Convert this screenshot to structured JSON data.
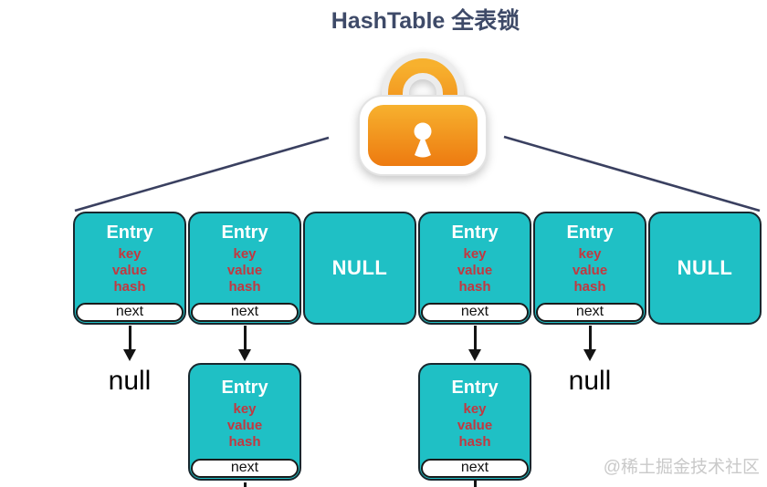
{
  "title": "HashTable 全表锁",
  "icons": {
    "lock": "padlock-icon"
  },
  "table": {
    "buckets": [
      {
        "kind": "entry",
        "label": "Entry",
        "fields": [
          "key",
          "value",
          "hash"
        ],
        "next": "next"
      },
      {
        "kind": "entry",
        "label": "Entry",
        "fields": [
          "key",
          "value",
          "hash"
        ],
        "next": "next"
      },
      {
        "kind": "null",
        "label": "NULL"
      },
      {
        "kind": "entry",
        "label": "Entry",
        "fields": [
          "key",
          "value",
          "hash"
        ],
        "next": "next"
      },
      {
        "kind": "entry",
        "label": "Entry",
        "fields": [
          "key",
          "value",
          "hash"
        ],
        "next": "next"
      },
      {
        "kind": "null",
        "label": "NULL"
      }
    ]
  },
  "chains": {
    "bucket0_terminal": "null",
    "bucket1_node": {
      "label": "Entry",
      "fields": [
        "key",
        "value",
        "hash"
      ],
      "next": "next"
    },
    "bucket3_node": {
      "label": "Entry",
      "fields": [
        "key",
        "value",
        "hash"
      ],
      "next": "next"
    },
    "bucket4_terminal": "null"
  },
  "watermark": "@稀土掘金技术社区",
  "colors": {
    "bucket_teal": "#1fc0c5",
    "field_red": "#c23840",
    "title_navy": "#3e4a68",
    "line_navy": "#3a4060",
    "lock_gradient_top": "#f7b12e",
    "lock_gradient_bottom": "#ed7a10"
  }
}
